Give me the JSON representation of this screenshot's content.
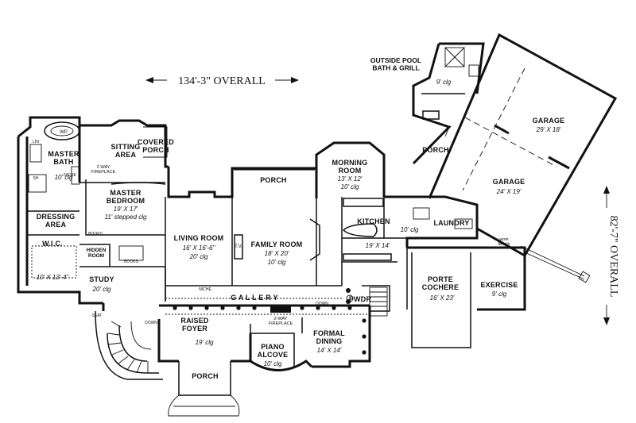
{
  "dimensions": {
    "overall_width": "134'-3\" OVERALL",
    "overall_depth": "82'-7\" OVERALL"
  },
  "rooms": {
    "master_bath": {
      "name": "MASTER\nBATH",
      "size": "10' clg"
    },
    "wp": {
      "name": "WP"
    },
    "dressing_area": {
      "name": "DRESSING\nAREA"
    },
    "wic": {
      "name": "W.I.C.",
      "size": "10' X 13'-4\""
    },
    "hidden_room": {
      "name": "HIDDEN\nROOM"
    },
    "sitting_area": {
      "name": "SITTING\nAREA",
      "note": "2-WAY\nFIREPLACE"
    },
    "covered_porch": {
      "name": "COVERED\nPORCH"
    },
    "master_bedroom": {
      "name": "MASTER\nBEDROOM",
      "size": "19' X 17'",
      "ceiling": "11' stepped clg"
    },
    "study": {
      "name": "STUDY",
      "size": "20' clg"
    },
    "living_room": {
      "name": "LIVING ROOM",
      "size": "16' X 16'-6\"",
      "ceiling": "20' clg"
    },
    "family_room": {
      "name": "FAMILY ROOM",
      "size": "18' X 20'",
      "ceiling": "10' clg"
    },
    "tv": {
      "name": "T.V."
    },
    "gallery": {
      "name": "G A L L E R Y"
    },
    "raised_foyer": {
      "name": "RAISED\nFOYER",
      "size": "19' clg"
    },
    "fireplace_2way": {
      "name": "2-WAY\nFIREPLACE"
    },
    "piano_alcove": {
      "name": "PIANO\nALCOVE",
      "size": "10' clg"
    },
    "formal_dining": {
      "name": "FORMAL\nDINING",
      "size": "14' X 14'"
    },
    "porch_front": {
      "name": "PORCH"
    },
    "porch_rear": {
      "name": "PORCH"
    },
    "morning_room": {
      "name": "MORNING\nROOM",
      "size": "13' X 12'",
      "ceiling": "10' clg"
    },
    "kitchen": {
      "name": "KITCHEN",
      "ceiling": "10' clg",
      "size": "19' X 14'"
    },
    "laundry": {
      "name": "LAUNDRY"
    },
    "pwdr": {
      "name": "PWDR"
    },
    "porte_cochere": {
      "name": "PORTE\nCOCHERE",
      "size": "16' X 23'"
    },
    "exercise": {
      "name": "EXERCISE",
      "size": "9' clg"
    },
    "work_bench": {
      "name": "work\nbench"
    },
    "porch_side": {
      "name": "PORCH"
    },
    "outside_pool": {
      "name": "OUTSIDE POOL\nBATH & GRILL",
      "size": "9' clg"
    },
    "garage_1": {
      "name": "GARAGE",
      "size": "29' X 18'"
    },
    "garage_2": {
      "name": "GARAGE",
      "size": "24' X 19'"
    }
  },
  "small_labels": {
    "books": "BOOKS",
    "seat": "SEAT",
    "down": "DOWN",
    "lin": "LIN",
    "niche": "NICHE",
    "sh": "SH"
  }
}
